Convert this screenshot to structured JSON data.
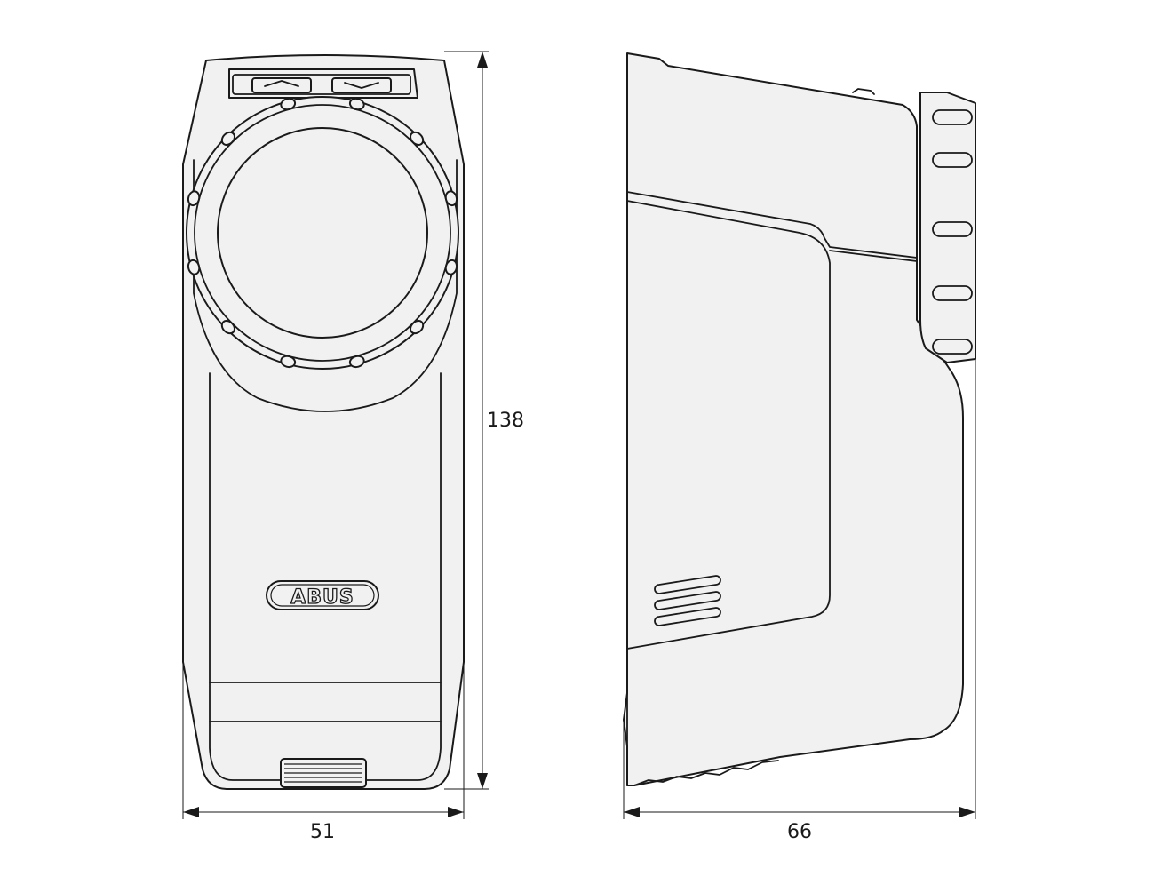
{
  "diagram": {
    "brand_logo": "ABUS",
    "dimensions": {
      "height": "138",
      "front_width": "51",
      "side_depth": "66"
    }
  }
}
